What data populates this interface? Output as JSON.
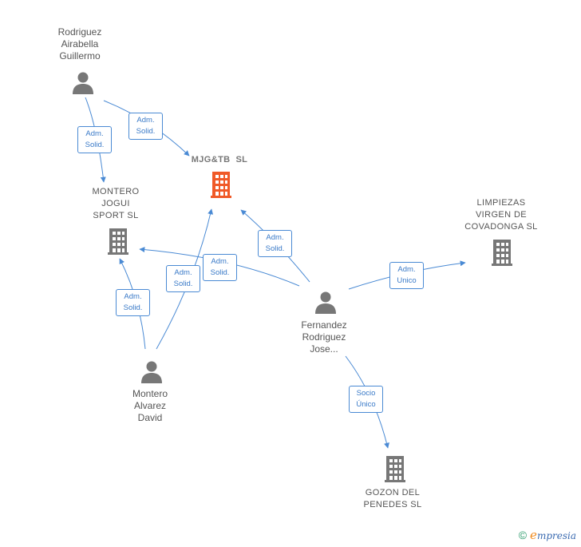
{
  "colors": {
    "edge": "#4a8ad4",
    "person_icon": "#777777",
    "company_icon": "#777777",
    "focus_icon": "#f05a28",
    "text": "#555555"
  },
  "nodes": {
    "rodriguez": {
      "lines": [
        "Rodriguez",
        "Airabella",
        "Guillermo"
      ],
      "icon": "person-icon"
    },
    "mjgtb": {
      "lines": [
        "MJG&TB  SL"
      ],
      "icon": "building-icon"
    },
    "montero_jogui": {
      "lines": [
        "MONTERO",
        "JOGUI",
        "SPORT SL"
      ],
      "icon": "building-icon"
    },
    "limpiezas": {
      "lines": [
        "LIMPIEZAS",
        "VIRGEN DE",
        "COVADONGA SL"
      ],
      "icon": "building-icon"
    },
    "fernandez": {
      "lines": [
        "Fernandez",
        "Rodriguez",
        "Jose..."
      ],
      "icon": "person-icon"
    },
    "montero_alvarez": {
      "lines": [
        "Montero",
        "Alvarez",
        "David"
      ],
      "icon": "person-icon"
    },
    "gozon": {
      "lines": [
        "GOZON DEL",
        "PENEDES SL"
      ],
      "icon": "building-icon"
    }
  },
  "edges": [
    {
      "from": "rodriguez",
      "to": "montero_jogui",
      "lines": [
        "Adm.",
        "Solid."
      ]
    },
    {
      "from": "rodriguez",
      "to": "mjgtb",
      "lines": [
        "Adm.",
        "Solid."
      ]
    },
    {
      "from": "fernandez",
      "to": "mjgtb",
      "lines": [
        "Adm.",
        "Solid."
      ]
    },
    {
      "from": "fernandez",
      "to": "montero_jogui",
      "lines": [
        "Adm.",
        "Solid."
      ]
    },
    {
      "from": "fernandez",
      "to": "limpiezas",
      "lines": [
        "Adm.",
        "Unico"
      ]
    },
    {
      "from": "fernandez",
      "to": "gozon",
      "lines": [
        "Socio",
        "Único"
      ]
    },
    {
      "from": "montero_alvarez",
      "to": "montero_jogui",
      "lines": [
        "Adm.",
        "Solid."
      ]
    },
    {
      "from": "montero_alvarez",
      "to": "mjgtb",
      "lines": [
        "Adm.",
        "Solid."
      ]
    }
  ],
  "brand": {
    "copyright": "©",
    "initial": "e",
    "name": "mpresia"
  }
}
